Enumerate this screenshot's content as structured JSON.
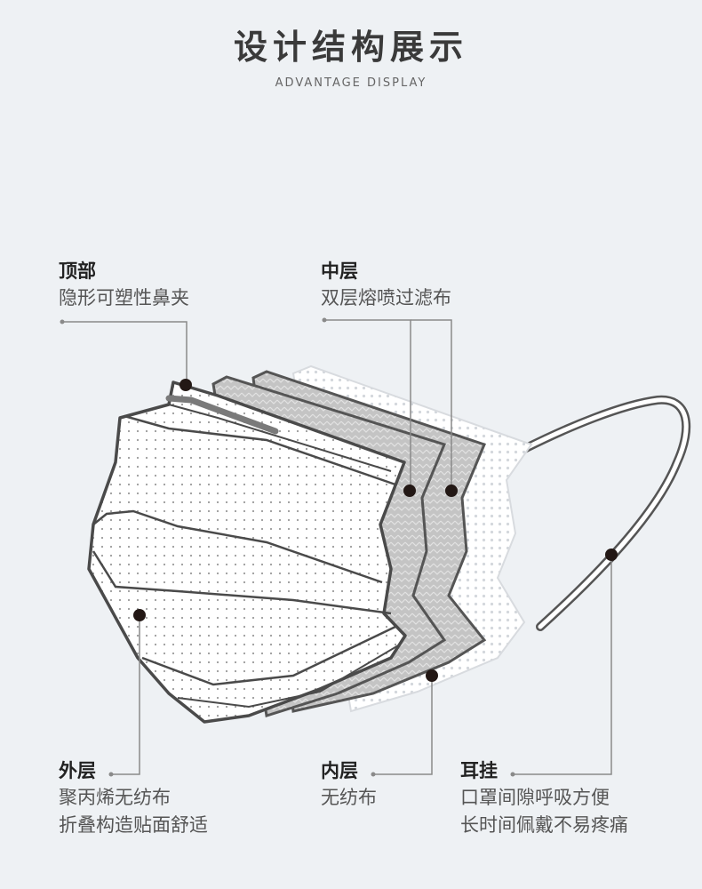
{
  "header": {
    "title": "设计结构展示",
    "subtitle": "ADVANTAGE DISPLAY"
  },
  "callouts": {
    "top": {
      "heading": "顶部",
      "lines": [
        "隐形可塑性鼻夹"
      ]
    },
    "middle": {
      "heading": "中层",
      "lines": [
        "双层熔喷过滤布"
      ]
    },
    "outer": {
      "heading": "外层",
      "lines": [
        "聚丙烯无纺布",
        "折叠构造贴面舒适"
      ]
    },
    "inner": {
      "heading": "内层",
      "lines": [
        "无纺布"
      ]
    },
    "ear": {
      "heading": "耳挂",
      "lines": [
        "口罩间隙呼吸方便",
        "长时间佩戴不易疼痛"
      ]
    }
  },
  "colors": {
    "outline": "#555555",
    "filter_layer": "#c9c9c9",
    "dot": "#231815",
    "leader": "#8a8a8a"
  }
}
